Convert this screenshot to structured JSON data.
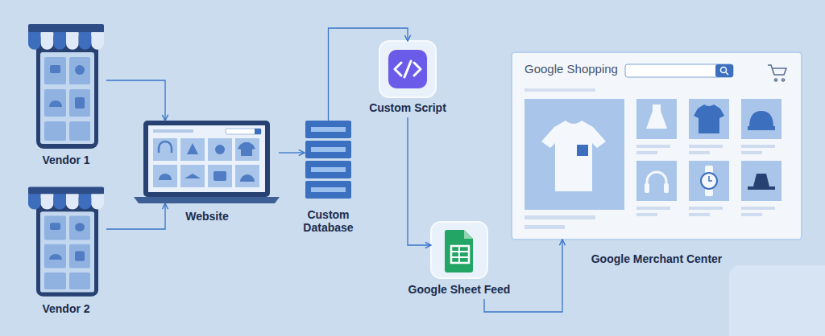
{
  "diagram": {
    "nodes": [
      {
        "text": [
          "Vendor 1"
        ]
      },
      {
        "text": [
          "Vendor 2"
        ]
      },
      {
        "text": [
          "Website"
        ]
      },
      {
        "text": [
          "Custom Database"
        ]
      },
      {
        "text": [
          "Custom Script"
        ]
      },
      {
        "text": [
          "Google Sheet Feed"
        ]
      },
      {
        "text": [
          "Google Shopping",
          "Google Merchant Center"
        ]
      }
    ],
    "edges": [
      {
        "from": 0,
        "to": 2,
        "arrow": "to"
      },
      {
        "from": 1,
        "to": 2,
        "arrow": "to"
      },
      {
        "from": 2,
        "to": 3,
        "arrow": "to"
      },
      {
        "from": 3,
        "to": 4,
        "arrow": "to"
      },
      {
        "from": 4,
        "to": 5,
        "arrow": "to"
      },
      {
        "from": 5,
        "to": 6,
        "arrow": "to"
      }
    ]
  }
}
